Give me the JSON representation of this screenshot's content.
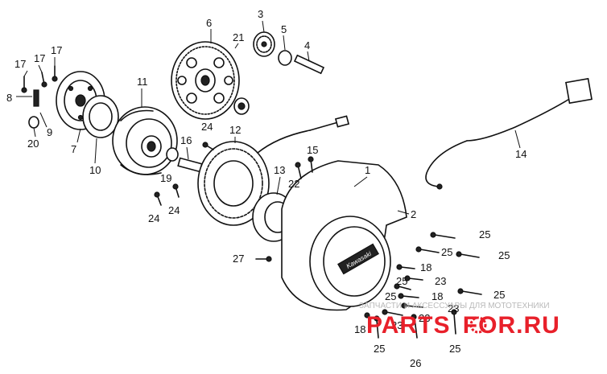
{
  "callouts": [
    "1",
    "2",
    "3",
    "4",
    "5",
    "6",
    "7",
    "8",
    "9",
    "10",
    "11",
    "12",
    "13",
    "14",
    "15",
    "16",
    "17",
    "17",
    "17",
    "18",
    "18",
    "18",
    "19",
    "20",
    "21",
    "22",
    "23",
    "23",
    "23",
    "23",
    "24",
    "24",
    "24",
    "25",
    "25",
    "25",
    "25",
    "25",
    "25",
    "25",
    "25",
    "26",
    "27"
  ],
  "watermark": {
    "tagline": "ЗАПЧАСТИ И АКСЕССУАРЫ ДЛЯ МОТОТЕХНИКИ",
    "brand_left": "PARTS",
    "brand_right": "FOR.RU",
    "color": "#e8202a"
  },
  "brand_plate": "Kawasaki"
}
